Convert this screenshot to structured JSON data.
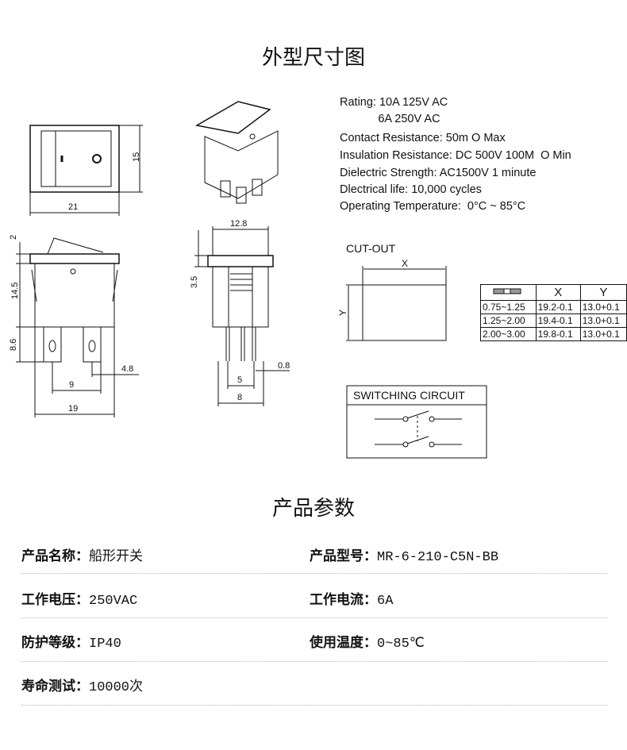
{
  "titles": {
    "outline": "外型尺寸图",
    "params": "产品参数"
  },
  "specs": [
    "Rating: 10A 125V AC",
    "            6A 250V AC",
    "Contact Resistance: 50m O Max",
    "Insulation Resistance: DC 500V 100M  O Min",
    "Dielectric Strength: AC1500V 1 minute",
    "Dlectrical life: 10,000 cycles",
    "Operating Temperature:  0°C ~ 85°C"
  ],
  "dims": {
    "front_h": "15",
    "front_w": "21",
    "side_top": "2",
    "side_h": "14.5",
    "side_term": "8.6",
    "side_term_w": "4.8",
    "side_pitch": "9",
    "side_w": "19",
    "end_w": "12.8",
    "end_h": "3.5",
    "end_t": "0.8",
    "end_pitch": "5",
    "end_total": "8"
  },
  "cutout": {
    "title": "CUT-OUT",
    "x_label": "X",
    "y_label": "Y",
    "columns": [
      "X",
      "Y"
    ],
    "rows": [
      [
        "0.75~1.25",
        "19.2-0.1",
        "13.0+0.1"
      ],
      [
        "1.25~2.00",
        "19.4-0.1",
        "13.0+0.1"
      ],
      [
        "2.00~3.00",
        "19.8-0.1",
        "13.0+0.1"
      ]
    ]
  },
  "circuit": {
    "title": "SWITCHING CIRCUIT"
  },
  "params": [
    {
      "label": "产品名称：",
      "value": "船形开关"
    },
    {
      "label": "产品型号：",
      "value": "MR-6-210-C5N-BB"
    },
    {
      "label": "工作电压：",
      "value": "250VAC"
    },
    {
      "label": "工作电流：",
      "value": "6A"
    },
    {
      "label": "防护等级：",
      "value": "IP40"
    },
    {
      "label": "使用温度：",
      "value": "0~85℃"
    },
    {
      "label": "寿命测试：",
      "value": "10000次"
    }
  ]
}
